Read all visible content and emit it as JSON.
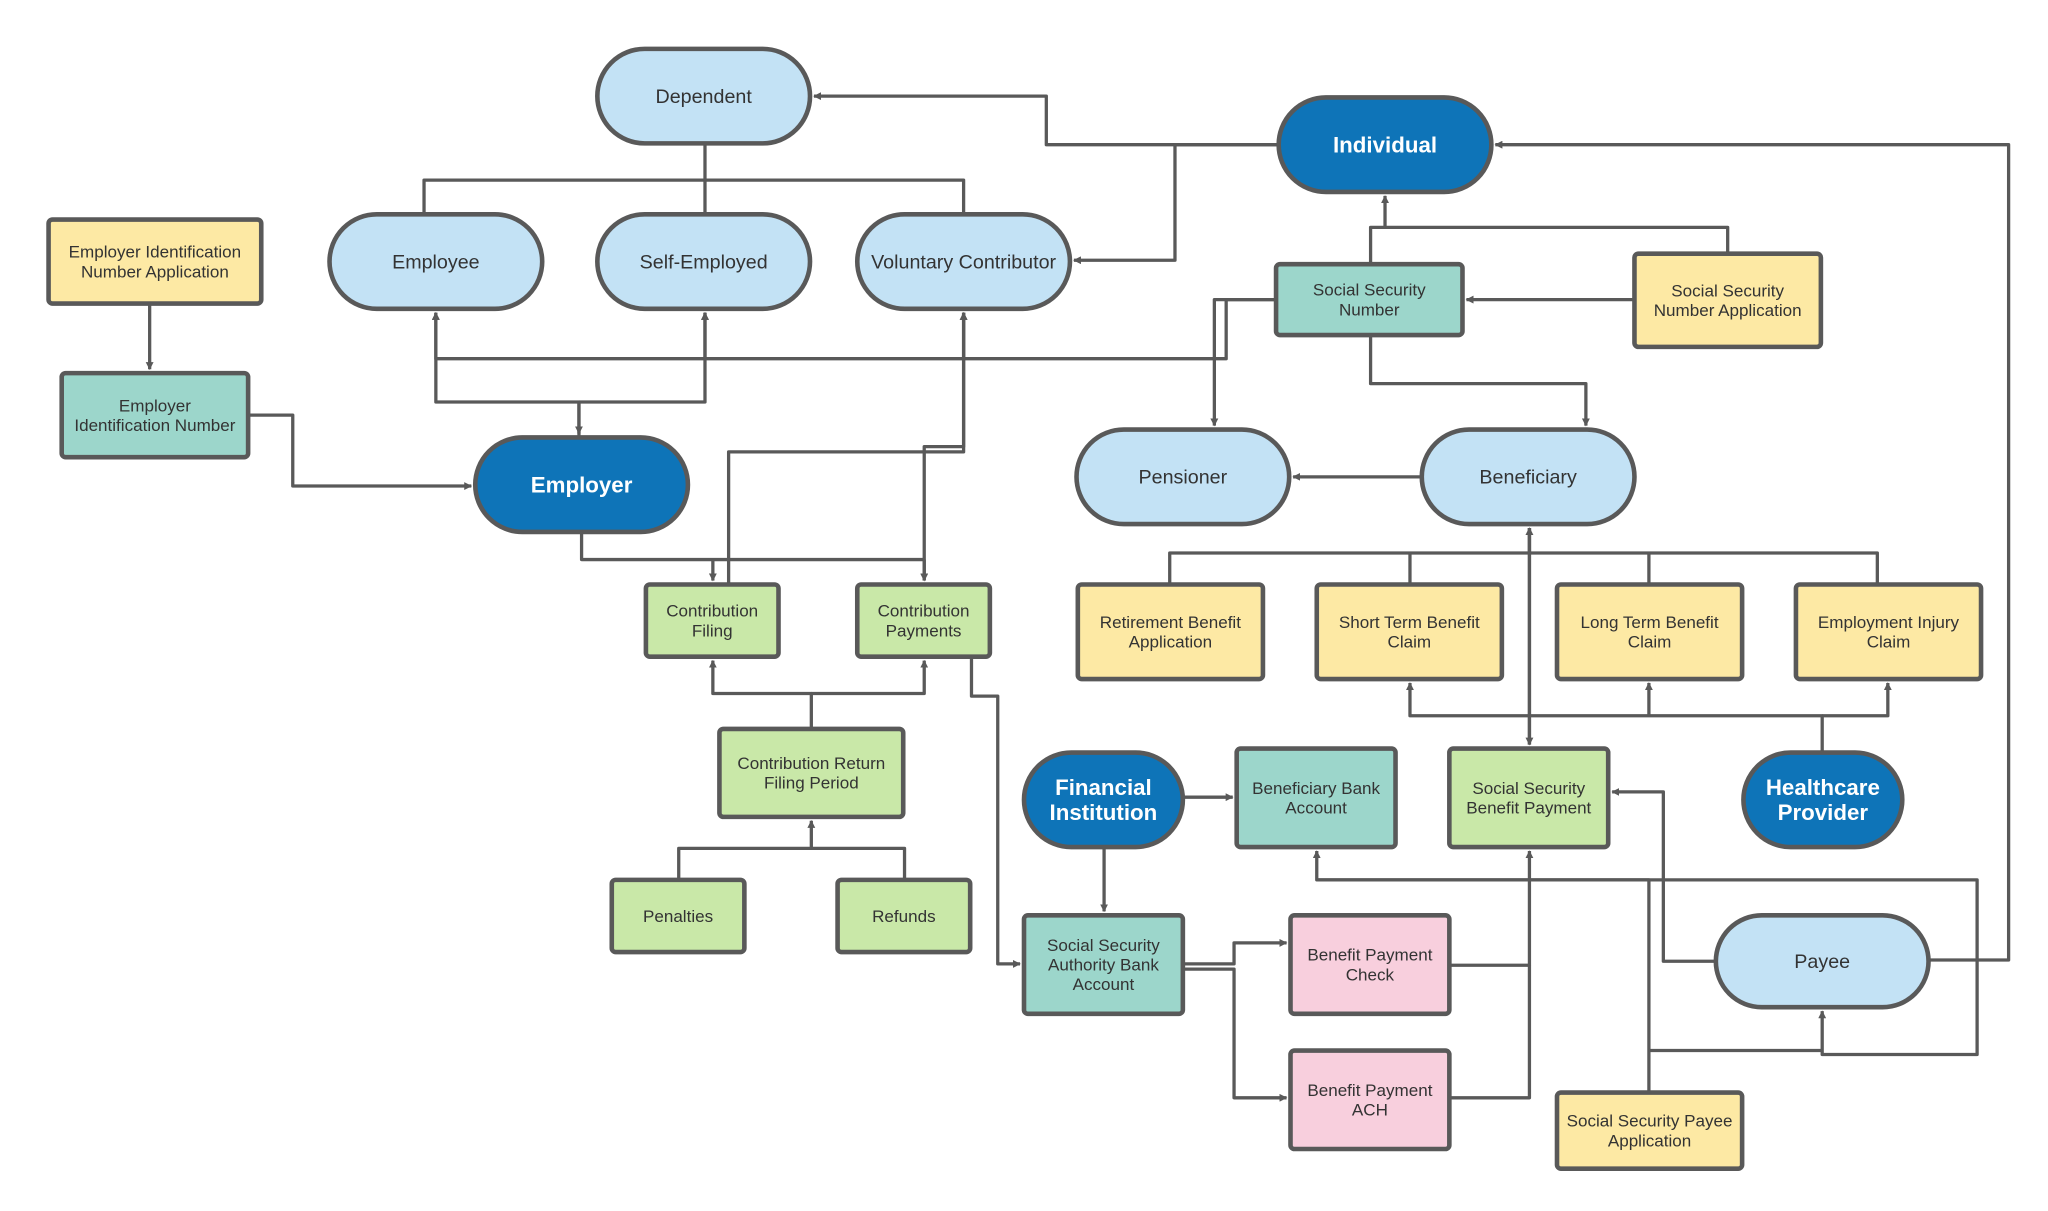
{
  "colors": {
    "pill_light": "#c3e2f5",
    "pill_dark": "#0e74b8",
    "box_yellow": "#fde9a4",
    "box_teal": "#9cd6cb",
    "box_green": "#c9e8a8",
    "box_pink": "#f8cfdd",
    "stroke": "#595959",
    "background": "#ffffff"
  },
  "nodes": [
    {
      "id": "dependent",
      "shape": "pill",
      "color": "pill_light",
      "lines": [
        "Dependent"
      ]
    },
    {
      "id": "individual",
      "shape": "pill",
      "color": "pill_dark",
      "lines": [
        "Individual"
      ]
    },
    {
      "id": "employee",
      "shape": "pill",
      "color": "pill_light",
      "lines": [
        "Employee"
      ]
    },
    {
      "id": "self-employed",
      "shape": "pill",
      "color": "pill_light",
      "lines": [
        "Self-Employed"
      ]
    },
    {
      "id": "voluntary-contributor",
      "shape": "pill",
      "color": "pill_light",
      "lines": [
        "Voluntary Contributor"
      ]
    },
    {
      "id": "employer-id-application",
      "shape": "box",
      "color": "box_yellow",
      "lines": [
        "Employer Identification",
        "Number Application"
      ]
    },
    {
      "id": "employer-id-number",
      "shape": "box",
      "color": "box_teal",
      "lines": [
        "Employer",
        "Identification Number"
      ]
    },
    {
      "id": "employer",
      "shape": "pill",
      "color": "pill_dark",
      "lines": [
        "Employer"
      ]
    },
    {
      "id": "social-security-number",
      "shape": "box",
      "color": "box_teal",
      "lines": [
        "Social Security",
        "Number"
      ]
    },
    {
      "id": "ssn-application",
      "shape": "box",
      "color": "box_yellow",
      "lines": [
        "Social Security",
        "Number Application"
      ]
    },
    {
      "id": "pensioner",
      "shape": "pill",
      "color": "pill_light",
      "lines": [
        "Pensioner"
      ]
    },
    {
      "id": "beneficiary",
      "shape": "pill",
      "color": "pill_light",
      "lines": [
        "Beneficiary"
      ]
    },
    {
      "id": "contribution-filing",
      "shape": "box",
      "color": "box_green",
      "lines": [
        "Contribution",
        "Filing"
      ]
    },
    {
      "id": "contribution-payments",
      "shape": "box",
      "color": "box_green",
      "lines": [
        "Contribution",
        "Payments"
      ]
    },
    {
      "id": "retirement-benefit-application",
      "shape": "box",
      "color": "box_yellow",
      "lines": [
        "Retirement Benefit",
        "Application"
      ]
    },
    {
      "id": "short-term-benefit-claim",
      "shape": "box",
      "color": "box_yellow",
      "lines": [
        "Short Term Benefit",
        "Claim"
      ]
    },
    {
      "id": "long-term-benefit-claim",
      "shape": "box",
      "color": "box_yellow",
      "lines": [
        "Long Term Benefit",
        "Claim"
      ]
    },
    {
      "id": "employment-injury-claim",
      "shape": "box",
      "color": "box_yellow",
      "lines": [
        "Employment Injury",
        "Claim"
      ]
    },
    {
      "id": "contribution-return-filing-period",
      "shape": "box",
      "color": "box_green",
      "lines": [
        "Contribution Return",
        "Filing  Period"
      ]
    },
    {
      "id": "financial-institution",
      "shape": "pill",
      "color": "pill_dark",
      "lines": [
        "Financial",
        "Institution"
      ]
    },
    {
      "id": "beneficiary-bank-account",
      "shape": "box",
      "color": "box_teal",
      "lines": [
        "Beneficiary Bank",
        "Account"
      ]
    },
    {
      "id": "social-security-benefit-payment",
      "shape": "box",
      "color": "box_green",
      "lines": [
        "Social Security",
        "Benefit Payment"
      ]
    },
    {
      "id": "healthcare-provider",
      "shape": "pill",
      "color": "pill_dark",
      "lines": [
        "Healthcare",
        "Provider"
      ]
    },
    {
      "id": "penalties",
      "shape": "box",
      "color": "box_green",
      "lines": [
        "Penalties"
      ]
    },
    {
      "id": "refunds",
      "shape": "box",
      "color": "box_green",
      "lines": [
        "Refunds"
      ]
    },
    {
      "id": "ss-authority-bank-account",
      "shape": "box",
      "color": "box_teal",
      "lines": [
        "Social Security",
        "Authority Bank",
        "Account"
      ]
    },
    {
      "id": "benefit-payment-check",
      "shape": "box",
      "color": "box_pink",
      "lines": [
        "Benefit Payment",
        "Check"
      ]
    },
    {
      "id": "payee",
      "shape": "pill",
      "color": "pill_light",
      "lines": [
        "Payee"
      ]
    },
    {
      "id": "benefit-payment-ach",
      "shape": "box",
      "color": "box_pink",
      "lines": [
        "Benefit Payment",
        "ACH"
      ]
    },
    {
      "id": "ss-payee-application",
      "shape": "box",
      "color": "box_yellow",
      "lines": [
        "Social Security Payee",
        "Application"
      ]
    }
  ]
}
